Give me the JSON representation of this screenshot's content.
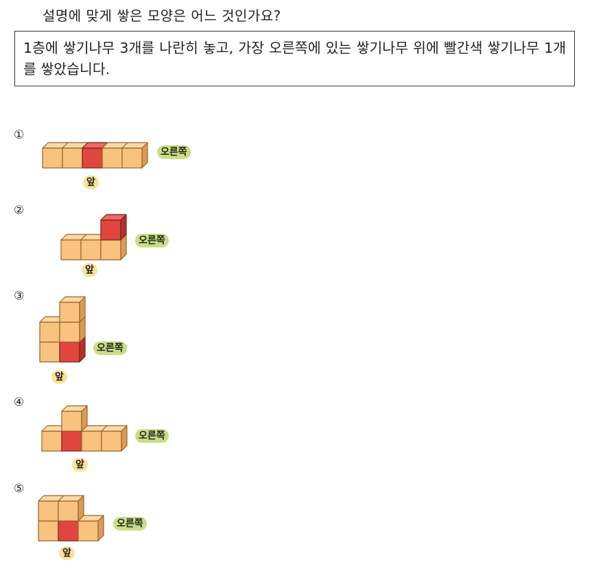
{
  "question": "설명에 맞게 쌓은 모양은 어느 것인가요?",
  "description": "1층에 쌓기나무 3개를 나란히 놓고, 가장 오른쪽에 있는 쌓기나무 위에 빨간색 쌓기나무 1개를 쌓았습니다.",
  "options": [
    {
      "number": "①",
      "right_label": "오른쪽",
      "front_label": "앞"
    },
    {
      "number": "②",
      "right_label": "오른쪽",
      "front_label": "앞"
    },
    {
      "number": "③",
      "right_label": "오른쪽",
      "front_label": "앞"
    },
    {
      "number": "④",
      "right_label": "오른쪽",
      "front_label": "앞"
    },
    {
      "number": "⑤",
      "right_label": "오른쪽",
      "front_label": "앞"
    }
  ],
  "colors": {
    "block": "#f8c27f",
    "red_block": "#e0463f",
    "right_tag": "#c9df84",
    "front_tag": "#fbe39a"
  }
}
